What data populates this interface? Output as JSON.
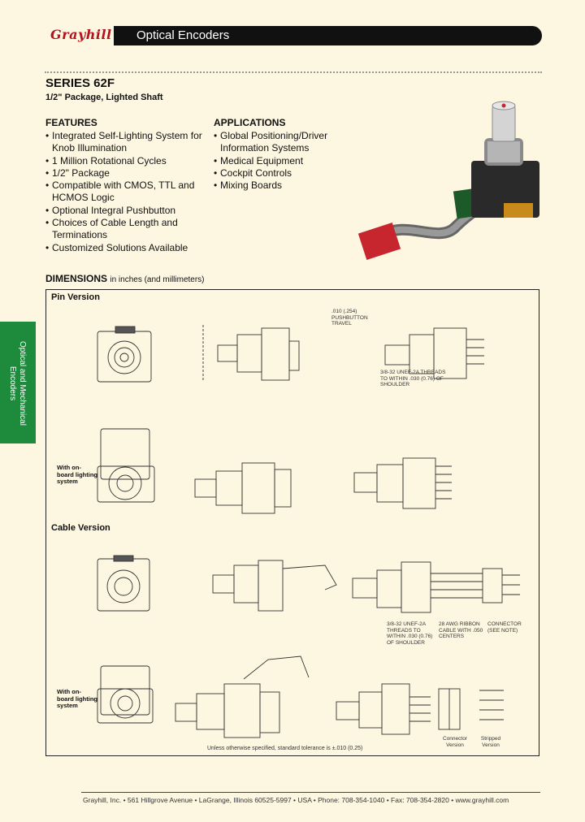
{
  "header": {
    "brand": "Grayhill",
    "title": "Optical Encoders"
  },
  "series": "SERIES 62F",
  "subtitle": "1/2\" Package, Lighted Shaft",
  "features": {
    "heading": "FEATURES",
    "items": [
      "Integrated Self-Lighting System for Knob Illumination",
      "1 Million Rotational Cycles",
      "1/2\" Package",
      "Compatible with CMOS, TTL and HCMOS Logic",
      "Optional Integral Pushbutton",
      "Choices of Cable Length and Terminations",
      "Customized Solutions Available"
    ]
  },
  "applications": {
    "heading": "APPLICATIONS",
    "items": [
      "Global Positioning/Driver Information Systems",
      "Medical Equipment",
      "Cockpit Controls",
      "Mixing Boards"
    ]
  },
  "side_tab": "Optical and Mechanical Encoders",
  "dimensions": {
    "heading": "DIMENSIONS",
    "heading_sub": "in inches (and millimeters)",
    "pin_version": "Pin Version",
    "cable_version": "Cable Version",
    "with_onboard": "With on-board lighting system",
    "labels": {
      "push_travel": ".010 (.254) PUSHBUTTON TRAVEL",
      "thread": "3/8-32 UNEF-2A THREADS TO WITHIN .030 (0.76) OF SHOULDER",
      "ribbon": "28 AWG RIBBON CABLE WITH .050 CENTERS",
      "connector": "CONNECTOR (SEE NOTE)",
      "connector_version": "Connector Version",
      "stripped_version": "Stripped Version"
    },
    "tolerance_note": "Unless otherwise specified, standard tolerance is ±.010 (0.25)"
  },
  "footer": "Grayhill, Inc. • 561 Hillgrove Avenue • LaGrange, Illinois  60525-5997 • USA • Phone: 708-354-1040 • Fax: 708-354-2820 • www.grayhill.com",
  "colors": {
    "page_bg": "#fdf6e1",
    "brand_red": "#b3121e",
    "header_bar": "#111111",
    "tab_green": "#1e8a3c"
  }
}
